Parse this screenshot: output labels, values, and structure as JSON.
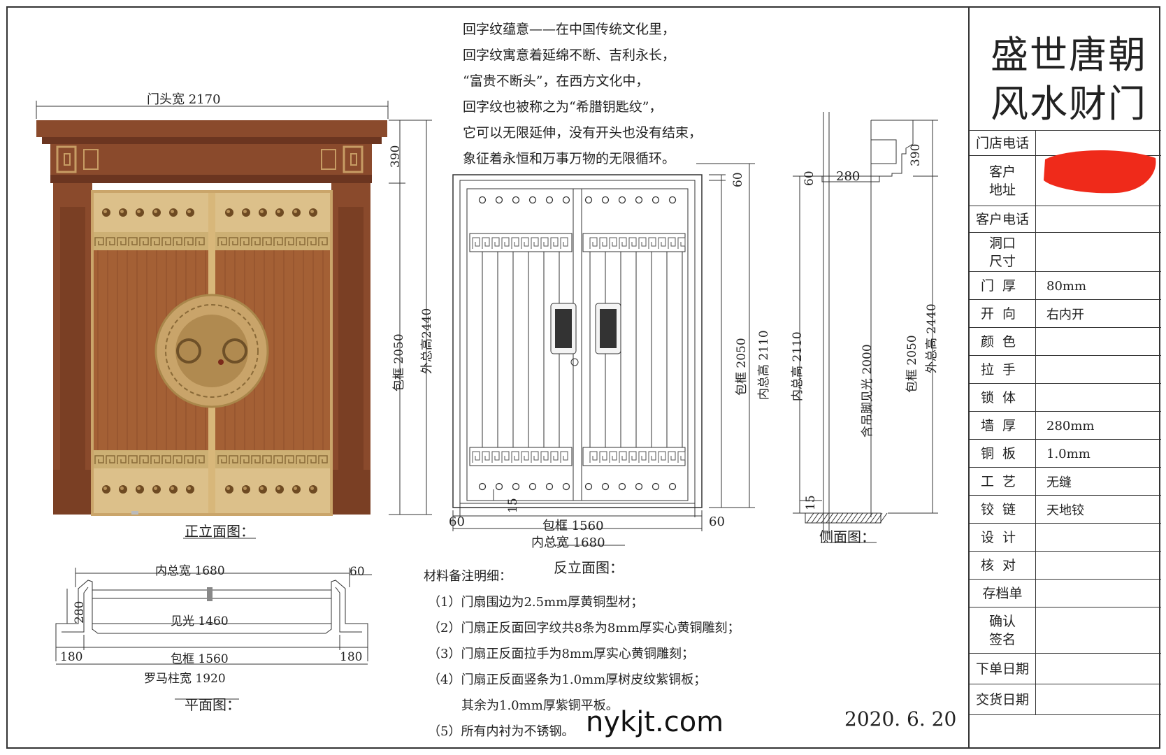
{
  "intro": [
    "回字纹蕴意——在中国传统文化里，",
    "回字纹寓意着延绵不断、吉利永长，",
    "“富贵不断头”，在西方文化中，",
    "回字纹也被称之为“希腊钥匙纹”，",
    "它可以无限延伸，没有开头也没有结束，",
    "象征着永恒和万事万物的无限循环。"
  ],
  "front": {
    "caption": "正立面图：",
    "top_width": "门头宽 2170",
    "dim_390": "390",
    "dim_frame": "包框 2050",
    "dim_total": "外总高2440"
  },
  "back": {
    "caption": "反立面图：",
    "dim_60_top": "60",
    "dim_frame": "包框 2050",
    "dim_inner": "内总高 2110",
    "dim_60_left": "60",
    "dim_60_right": "60",
    "dim_15": "15",
    "bottom_frame": "包框 1560",
    "bottom_inner": "内总宽 1680"
  },
  "side": {
    "caption": "侧面图：",
    "dim_280": "280",
    "dim_60": "60",
    "dim_390": "390",
    "dim_inner": "内总高 2110",
    "dim_clear": "含吊脚见光 2000",
    "dim_frame": "包框 2050",
    "dim_total": "外总高 2440",
    "dim_15": "15"
  },
  "plan": {
    "caption": "平面图：",
    "inner_width": "内总宽 1680",
    "dim_60": "60",
    "dim_280": "280",
    "clear": "见光 1460",
    "frame": "包框 1560",
    "left_180": "180",
    "right_180": "180",
    "pillar": "罗马柱宽 1920"
  },
  "notes": {
    "title": "材料备注明细：",
    "items": [
      "（1）门扇围边为2.5mm厚黄铜型材；",
      "（2）门扇正反面回字纹共8条为8mm厚实心黄铜雕刻；",
      "（3）门扇正反面拉手为8mm厚实心黄铜雕刻；",
      "（4）门扇正反面竖条为1.0mm厚树皮纹紫铜板；",
      "其余为1.0mm厚紫铜平板。",
      "（5）所有内衬为不锈钢。"
    ]
  },
  "watermark": "nykjt.com",
  "date": "2020. 6. 20",
  "titleblock": {
    "brand_line1": "盛世唐朝",
    "brand_line2": "风水财门",
    "rows": [
      {
        "label": "门店电话",
        "value": ""
      },
      {
        "label": "客户\n地址",
        "value": ""
      },
      {
        "label": "客户电话",
        "value": ""
      },
      {
        "label": "洞口\n尺寸",
        "value": ""
      },
      {
        "label": "门厚",
        "value": "80mm"
      },
      {
        "label": "开向",
        "value": "右内开"
      },
      {
        "label": "颜色",
        "value": ""
      },
      {
        "label": "拉手",
        "value": ""
      },
      {
        "label": "锁体",
        "value": ""
      },
      {
        "label": "墙厚",
        "value": "280mm"
      },
      {
        "label": "铜板",
        "value": "1.0mm"
      },
      {
        "label": "工艺",
        "value": "无缝"
      },
      {
        "label": "铰链",
        "value": "天地铰"
      },
      {
        "label": "设计",
        "value": ""
      },
      {
        "label": "核对",
        "value": ""
      },
      {
        "label": "存档单",
        "value": ""
      },
      {
        "label": "确认\n签名",
        "value": ""
      },
      {
        "label": "下单日期",
        "value": ""
      },
      {
        "label": "交货日期",
        "value": ""
      }
    ]
  },
  "colors": {
    "wood": "#8a4a2c",
    "wood_dark": "#6b3520",
    "brass": "#d8b77a",
    "brass_dark": "#a9864a",
    "redact": "#ef2a1a"
  }
}
